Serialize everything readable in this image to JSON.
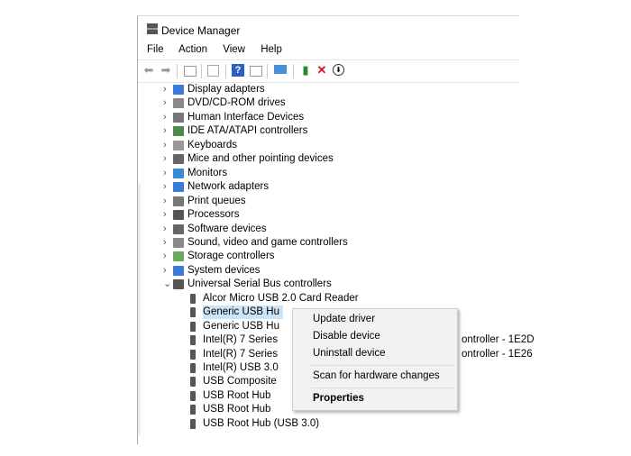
{
  "window": {
    "title": "Device Manager"
  },
  "menu": [
    "File",
    "Action",
    "View",
    "Help"
  ],
  "toolbar": [
    "back-icon",
    "forward-icon",
    "show-hide-console-tree-icon",
    "properties-icon",
    "help-icon",
    "action-pane-icon",
    "scan-hardware-icon",
    "update-driver-icon",
    "uninstall-icon",
    "disable-icon"
  ],
  "tree": {
    "categories": [
      {
        "label": "Display adapters",
        "color": "#3a7bd5"
      },
      {
        "label": "DVD/CD-ROM drives",
        "color": "#888"
      },
      {
        "label": "Human Interface Devices",
        "color": "#777"
      },
      {
        "label": "IDE ATA/ATAPI controllers",
        "color": "#4a8a4a"
      },
      {
        "label": "Keyboards",
        "color": "#999"
      },
      {
        "label": "Mice and other pointing devices",
        "color": "#666"
      },
      {
        "label": "Monitors",
        "color": "#3a8ad5"
      },
      {
        "label": "Network adapters",
        "color": "#3a7bd5"
      },
      {
        "label": "Print queues",
        "color": "#777"
      },
      {
        "label": "Processors",
        "color": "#555"
      },
      {
        "label": "Software devices",
        "color": "#666"
      },
      {
        "label": "Sound, video and game controllers",
        "color": "#888"
      },
      {
        "label": "Storage controllers",
        "color": "#6a6"
      },
      {
        "label": "System devices",
        "color": "#3a7bd5"
      },
      {
        "label": "Universal Serial Bus controllers",
        "color": "#555",
        "expanded": true
      }
    ],
    "usb_children": [
      {
        "label": "Alcor Micro USB 2.0 Card Reader"
      },
      {
        "label": "Generic USB Hu",
        "selected": true
      },
      {
        "label": "Generic USB Hu"
      },
      {
        "label": "Intel(R) 7 Series",
        "tail": "ontroller - 1E2D"
      },
      {
        "label": "Intel(R) 7 Series",
        "tail": "ontroller - 1E26"
      },
      {
        "label": "Intel(R) USB 3.0"
      },
      {
        "label": "USB Composite"
      },
      {
        "label": "USB Root Hub"
      },
      {
        "label": "USB Root Hub"
      },
      {
        "label": "USB Root Hub (USB 3.0)"
      }
    ]
  },
  "context_menu": {
    "items": [
      "Update driver",
      "Disable device",
      "Uninstall device",
      "Scan for hardware changes",
      "Properties"
    ]
  }
}
